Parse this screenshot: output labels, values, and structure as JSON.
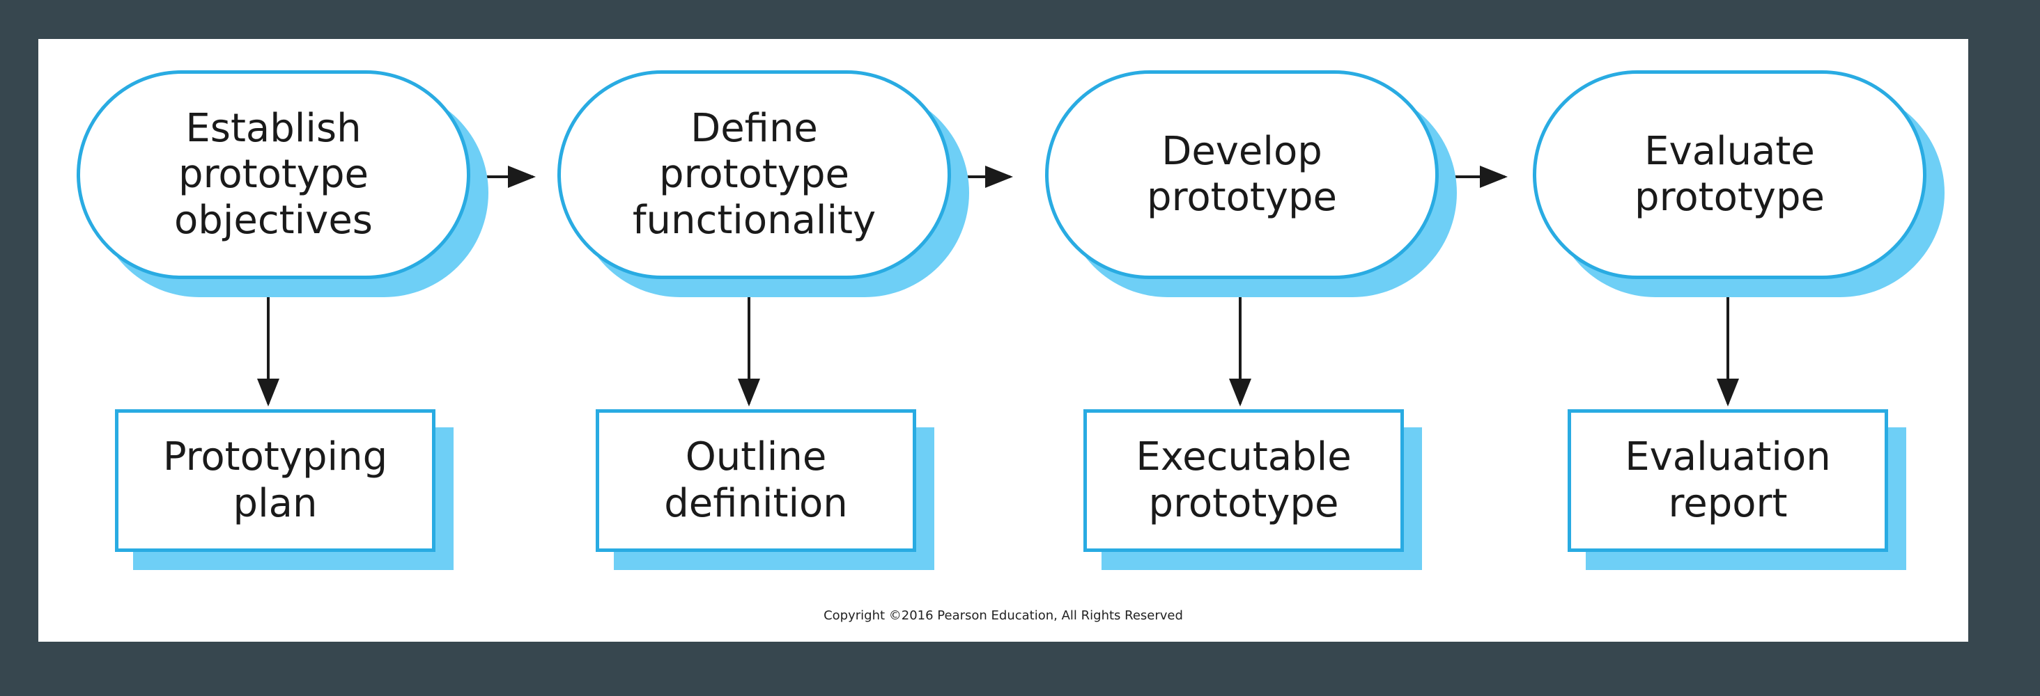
{
  "diagram": {
    "process_steps": [
      {
        "id": "step-1",
        "label": "Establish\nprototype\nobjectives"
      },
      {
        "id": "step-2",
        "label": "Define\nprototype\nfunctionality"
      },
      {
        "id": "step-3",
        "label": "Develop\nprototype"
      },
      {
        "id": "step-4",
        "label": "Evaluate\nprototype"
      }
    ],
    "outputs": [
      {
        "id": "out-1",
        "label": "Prototyping\nplan"
      },
      {
        "id": "out-2",
        "label": "Outline\ndefinition"
      },
      {
        "id": "out-3",
        "label": "Executable\nprototype"
      },
      {
        "id": "out-4",
        "label": "Evaluation\nreport"
      }
    ],
    "edges": [
      {
        "from": "step-1",
        "to": "step-2"
      },
      {
        "from": "step-2",
        "to": "step-3"
      },
      {
        "from": "step-3",
        "to": "step-4"
      },
      {
        "from": "step-1",
        "to": "out-1"
      },
      {
        "from": "step-2",
        "to": "out-2"
      },
      {
        "from": "step-3",
        "to": "out-3"
      },
      {
        "from": "step-4",
        "to": "out-4"
      }
    ],
    "colors": {
      "border": "#29abe2",
      "shadow": "#6ecff6",
      "arrow": "#1a1a1a",
      "background": "#37474f",
      "canvas": "#ffffff"
    }
  },
  "footer": {
    "copyright": "Copyright ©2016 Pearson Education, All Rights Reserved"
  }
}
